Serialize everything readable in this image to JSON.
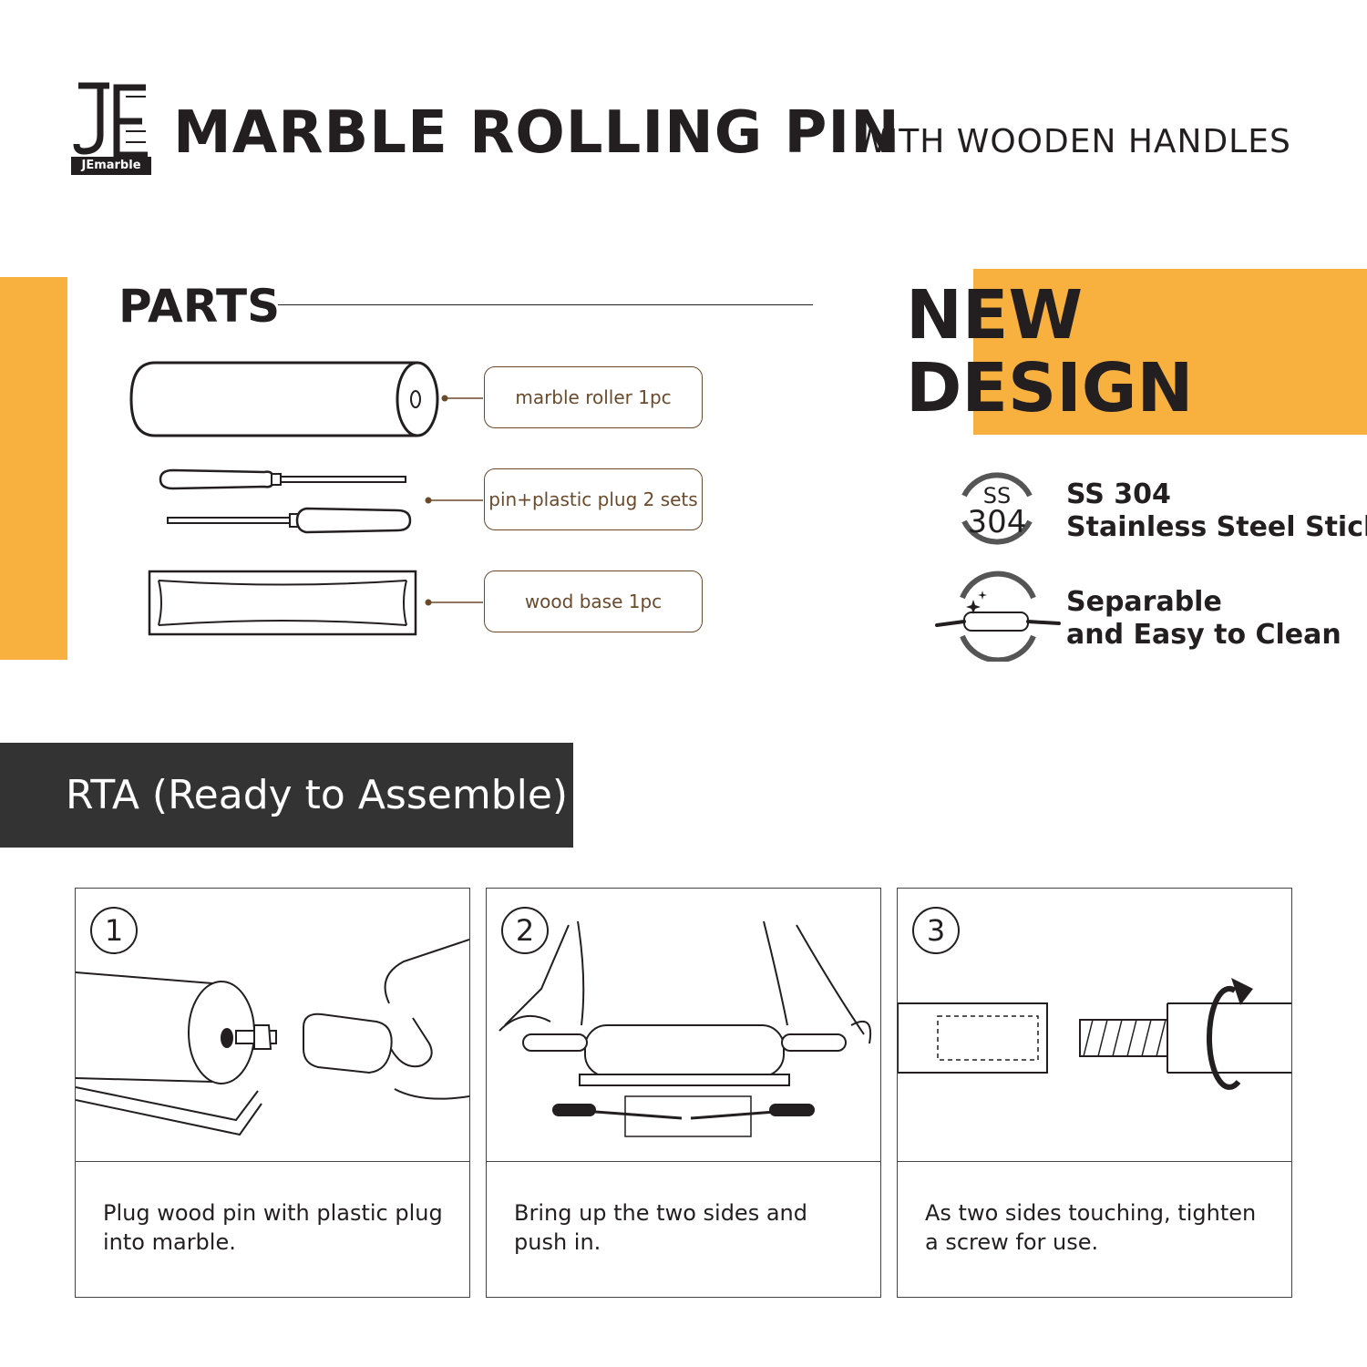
{
  "header": {
    "brand": "JEmarble",
    "title": "MARBLE ROLLING PIN",
    "subtitle": "WITH WOODEN HANDLES"
  },
  "parts": {
    "heading": "PARTS",
    "items": [
      {
        "label": "marble roller 1pc"
      },
      {
        "label": "pin+plastic plug 2 sets"
      },
      {
        "label": "wood base 1pc"
      }
    ]
  },
  "new_design": {
    "line1": "NEW",
    "line2": "DESIGN",
    "features": [
      {
        "icon": "ss304-icon",
        "badge_top": "SS",
        "badge_bottom": "304",
        "line1": "SS 304",
        "line2": "Stainless Steel Stick"
      },
      {
        "icon": "clean-rolling-pin-icon",
        "line1": "Separable",
        "line2": "and Easy to Clean"
      }
    ]
  },
  "rta": {
    "title": "RTA (Ready to Assemble)"
  },
  "steps": [
    {
      "number": "1",
      "text": "Plug wood pin with plastic plug into marble."
    },
    {
      "number": "2",
      "text": "Bring up the two sides and push in."
    },
    {
      "number": "3",
      "text": "As two sides touching, tighten a screw for use."
    }
  ]
}
